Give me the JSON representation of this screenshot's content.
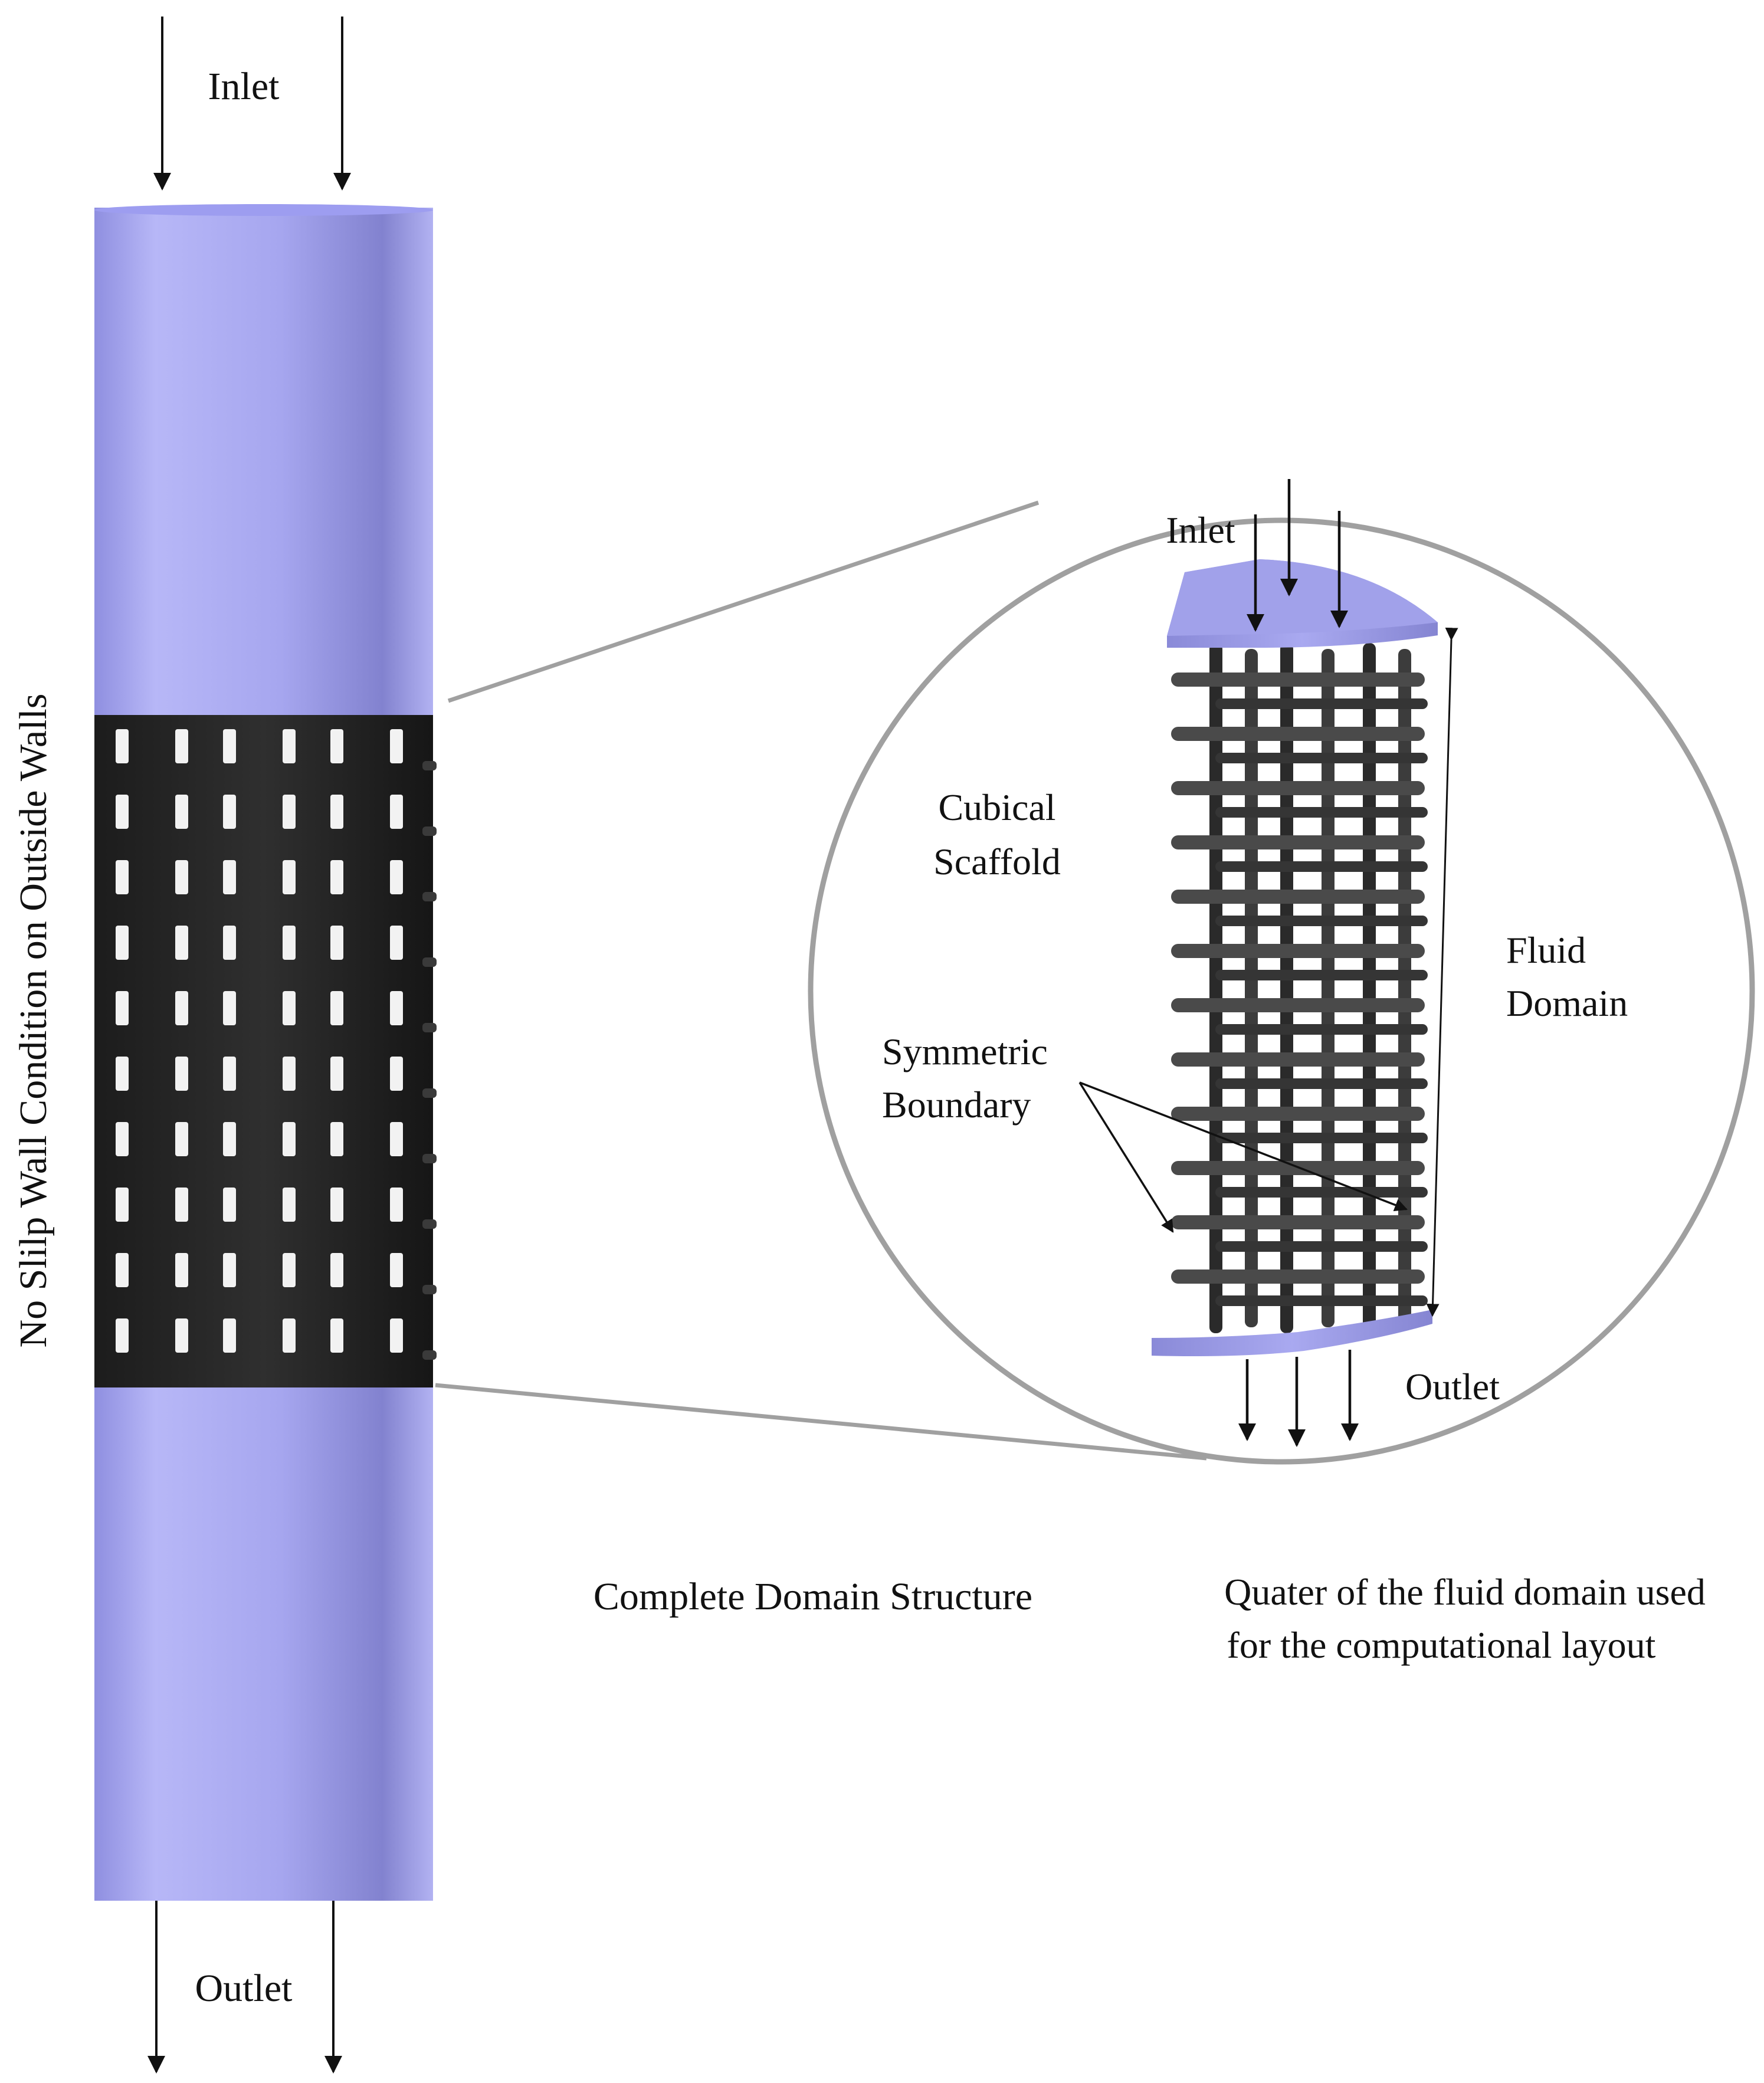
{
  "left": {
    "inlet_label": "Inlet",
    "outlet_label": "Outlet",
    "wall_label": "No Slilp Wall Condition on Outside Walls",
    "caption": "Complete Domain Structure"
  },
  "detail": {
    "inlet_label": "Inlet",
    "outlet_label": "Outlet",
    "scaffold_label_1": "Cubical",
    "scaffold_label_2": "Scaffold",
    "fluid_label_1": "Fluid",
    "fluid_label_2": "Domain",
    "symmetric_label_1": "Symmetric",
    "symmetric_label_2": "Boundary",
    "caption_1": "Quater of the fluid domain used",
    "caption_2": "for the computational layout"
  },
  "colors": {
    "fluid": "#a8a8f0",
    "fluid_edge": "#8d8ddc",
    "scaffold": "#2e2e2e",
    "zoom_line": "#a0a0a0"
  }
}
